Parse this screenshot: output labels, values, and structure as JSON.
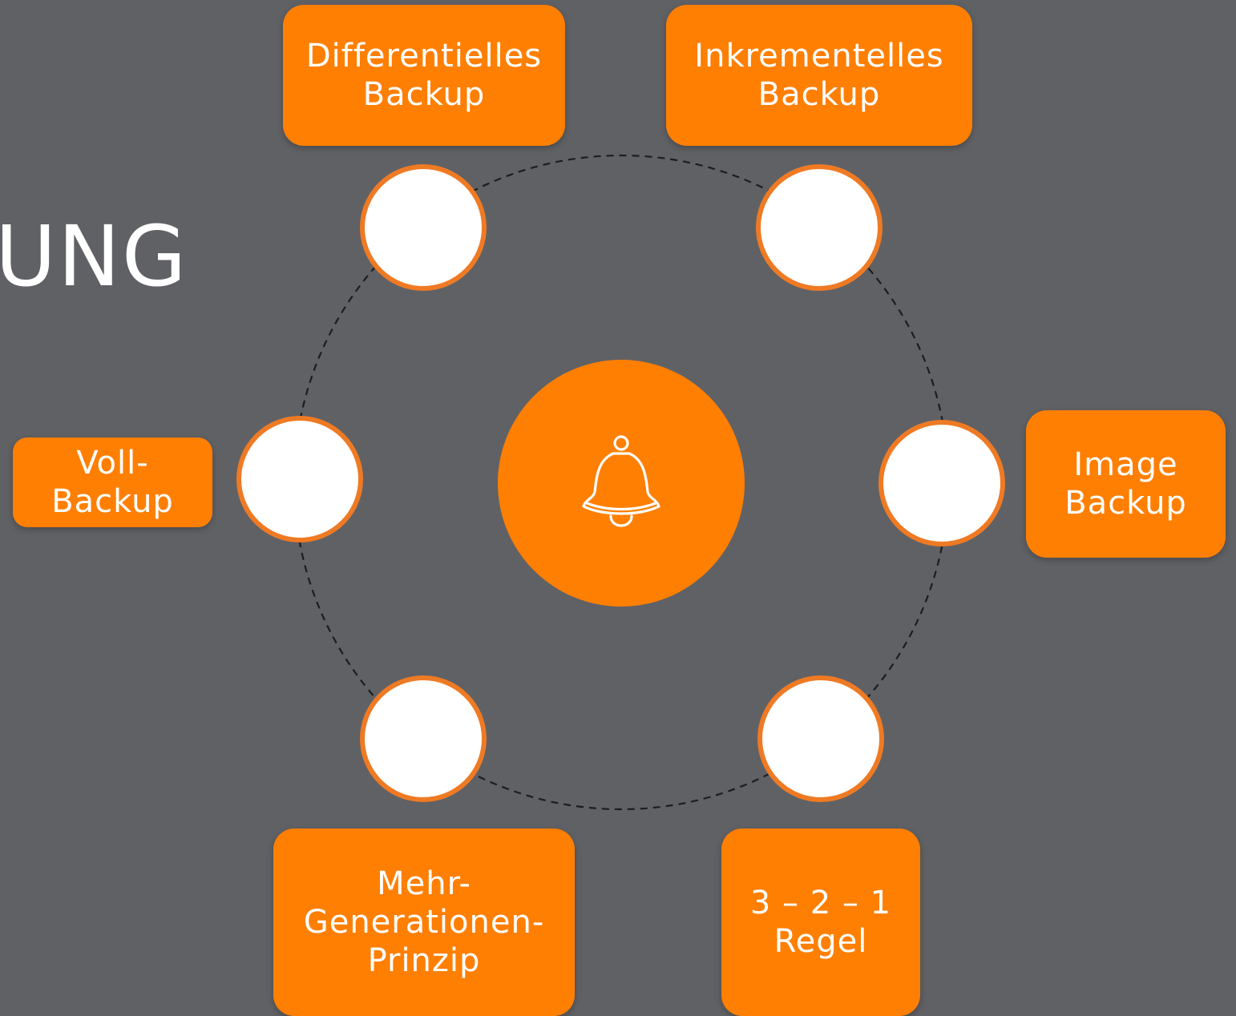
{
  "partial_title": "UNG",
  "colors": {
    "background": "#606165",
    "accent": "#ff7f03",
    "node_fill": "#ffffff",
    "node_stroke": "#ef7a24",
    "dash": "#1d1d1f"
  },
  "center": {
    "icon": "bell-icon"
  },
  "labels": {
    "differentielles": "Differentielles\nBackup",
    "inkrementelles": "Inkrementelles\nBackup",
    "voll": "Voll-\nBackup",
    "image": "Image\nBackup",
    "mehr_generationen": "Mehr-\nGenerationen-\nPrinzip",
    "regel_321": "3 – 2 – 1\nRegel"
  }
}
